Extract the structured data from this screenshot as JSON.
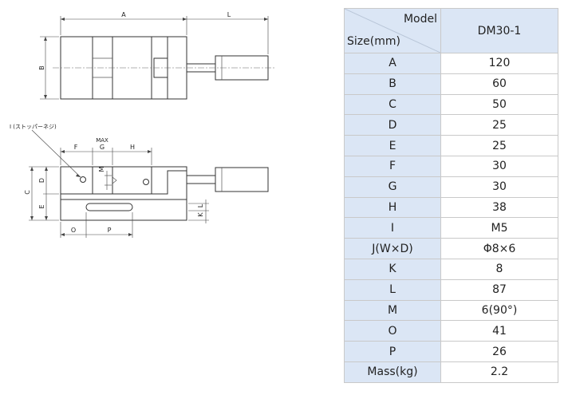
{
  "drawing": {
    "top_view_labels": {
      "a": "A",
      "l": "L",
      "b": "B"
    },
    "front_view_labels": {
      "stopper_note": "I (ストッパーネジ)",
      "max": "MAX",
      "f": "F",
      "g": "G",
      "h": "H",
      "c": "C",
      "d": "D",
      "e": "E",
      "m": "M",
      "k": "K",
      "l": "L",
      "o": "O",
      "p": "P"
    }
  },
  "table": {
    "header_model": "Model",
    "header_size": "Size(mm)",
    "model_name": "DM30-1",
    "rows": [
      {
        "label": "A",
        "value": "120"
      },
      {
        "label": "B",
        "value": "60"
      },
      {
        "label": "C",
        "value": "50"
      },
      {
        "label": "D",
        "value": "25"
      },
      {
        "label": "E",
        "value": "25"
      },
      {
        "label": "F",
        "value": "30"
      },
      {
        "label": "G",
        "value": "30"
      },
      {
        "label": "H",
        "value": "38"
      },
      {
        "label": "I",
        "value": "M5"
      },
      {
        "label": "J(W×D)",
        "value": "Φ8×6"
      },
      {
        "label": "K",
        "value": "8"
      },
      {
        "label": "L",
        "value": "87"
      },
      {
        "label": "M",
        "value": "6(90°)"
      },
      {
        "label": "O",
        "value": "41"
      },
      {
        "label": "P",
        "value": "26"
      },
      {
        "label": "Mass(kg)",
        "value": "2.2"
      }
    ]
  }
}
